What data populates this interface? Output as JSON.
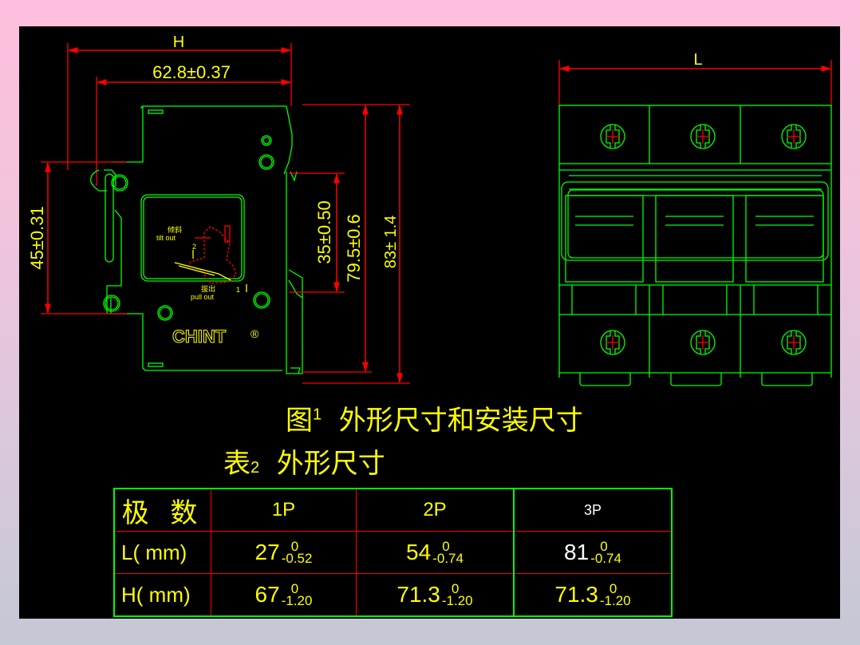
{
  "colors": {
    "outline": "#00ff00",
    "dimension": "#ff0000",
    "text": "#ffff00",
    "background": "#000000",
    "white_text": "#ffffff"
  },
  "side_view": {
    "dim_H_label": "H",
    "dim_width": "62.8±0.37",
    "dim_45": "45±0.31",
    "dim_35": "35±0.50",
    "dim_79": "79.5±0.6",
    "dim_83": "83± 1.4",
    "label": {
      "tilt_cn": "倾斜",
      "tilt_en": "tilt out",
      "step2": "2",
      "pull_cn": "拔出",
      "pull_en": "pull out",
      "step1": "1"
    },
    "brand": "CHINT",
    "registered": "®"
  },
  "front_view": {
    "dim_L_label": "L",
    "poles": 3
  },
  "captions": {
    "figure_prefix": "图",
    "figure_num": "1",
    "figure_title": "外形尺寸和安装尺寸",
    "table_prefix": "表",
    "table_num": "2",
    "table_title": "外形尺寸"
  },
  "table": {
    "header": {
      "label": "极 数",
      "cols": [
        "1P",
        "2P",
        "3P"
      ]
    },
    "rows": [
      {
        "label": "L( mm)",
        "cells": [
          {
            "base": "27",
            "upper": "0",
            "lower": "-0.52"
          },
          {
            "base": "54",
            "upper": "0",
            "lower": "-0.74"
          },
          {
            "base": "81",
            "upper": "0",
            "lower": "-0.74"
          }
        ]
      },
      {
        "label": "H( mm)",
        "cells": [
          {
            "base": "67",
            "upper": "0",
            "lower": "-1.20"
          },
          {
            "base": "71.3",
            "upper": "0",
            "lower": "-1.20"
          },
          {
            "base": "71.3",
            "upper": "0",
            "lower": "-1.20"
          }
        ]
      }
    ]
  }
}
